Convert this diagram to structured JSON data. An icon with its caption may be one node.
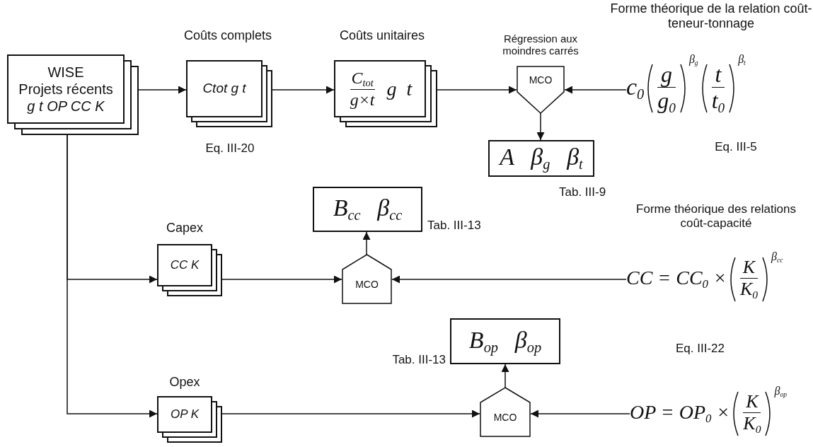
{
  "diagram": {
    "nodes": [
      {
        "text": [
          "WISE",
          "Projets récents",
          "g t OP CC K"
        ]
      },
      {
        "text": [
          "Coûts complets",
          "Ctot g t"
        ],
        "beside": [
          "Eq. III-20"
        ]
      },
      {
        "text": [
          "Coûts unitaires",
          "C$_{tot}$",
          "g×t",
          "g",
          "t"
        ]
      },
      {
        "text": [
          "Régression aux moindres carrés",
          "MCO"
        ]
      },
      {
        "text": [
          "A β$_{g}$ β$_{t}$"
        ],
        "beside": [
          "Tab. III-9"
        ]
      },
      {
        "text": [
          "Forme théorique de la relation coût-teneur-tonnage",
          "c$_{0}$",
          "g",
          "g$_{0}$",
          "β$_{g}$",
          "t",
          "t$_{0}$",
          "β$_{t}$"
        ],
        "beside": [
          "Eq. III-5"
        ]
      },
      {
        "text": [
          "Capex",
          "CC K"
        ]
      },
      {
        "text": [
          "MCO"
        ]
      },
      {
        "text": [
          "B$_{cc}$ β$_{cc}$"
        ],
        "beside": [
          "Tab. III-13"
        ]
      },
      {
        "text": [
          "Forme théorique des relations coût-capacité",
          "CC = CC$_{0}$ ×",
          "K",
          "K$_{0}$",
          "β$_{cc}$"
        ]
      },
      {
        "text": [
          "Opex",
          "OP K"
        ]
      },
      {
        "text": [
          "MCO"
        ]
      },
      {
        "text": [
          "B$_{op}$ β$_{op}$"
        ],
        "beside": [
          "Tab. III-13"
        ]
      },
      {
        "text": [
          "OP = OP$_{0}$ ×",
          "K",
          "K$_{0}$",
          "β$_{op}$"
        ]
      }
    ],
    "edges": [
      {
        "from": 0,
        "to": 1,
        "arrow": "to"
      },
      {
        "from": 1,
        "to": 2,
        "arrow": "to"
      },
      {
        "from": 2,
        "to": 3,
        "arrow": "to"
      },
      {
        "from": 5,
        "to": 3,
        "arrow": "to"
      },
      {
        "from": 3,
        "to": 4,
        "arrow": "to"
      },
      {
        "from": 0,
        "to": 6,
        "arrow": "to"
      },
      {
        "from": 0,
        "to": 10,
        "arrow": "to"
      },
      {
        "from": 6,
        "to": 7,
        "arrow": "to"
      },
      {
        "from": 9,
        "to": 7,
        "arrow": "to"
      },
      {
        "from": 7,
        "to": 8,
        "arrow": "to"
      },
      {
        "from": 10,
        "to": 11,
        "arrow": "to"
      },
      {
        "from": 13,
        "to": 11,
        "arrow": "to"
      },
      {
        "from": 11,
        "to": 12,
        "arrow": "to"
      }
    ],
    "labels": [
      "Eq. III-22"
    ]
  }
}
